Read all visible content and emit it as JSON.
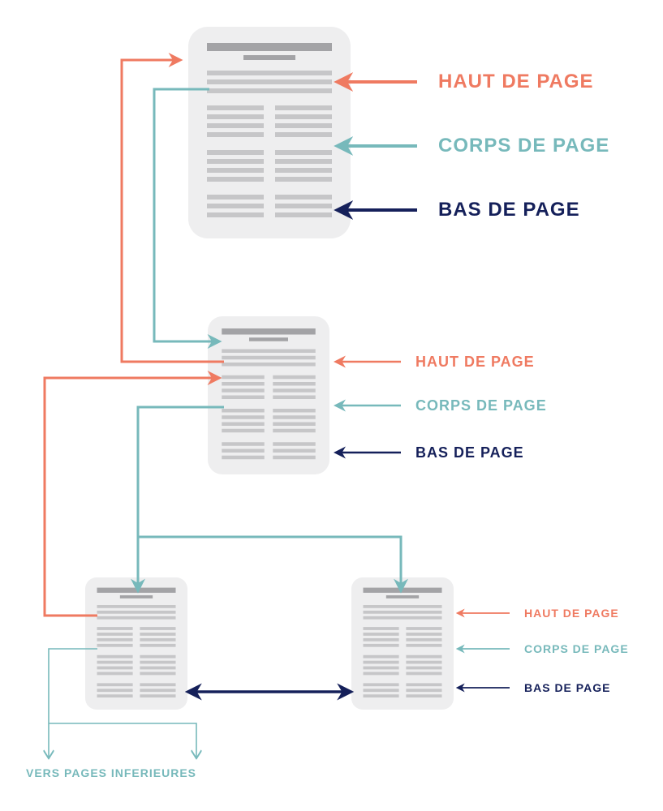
{
  "colors": {
    "haut": "#ef7a61",
    "corps": "#77b9bb",
    "bas": "#15205a",
    "page_bg": "#eeeeef",
    "page_lines": "#c6c6c8",
    "page_title": "#a3a3a6"
  },
  "pages": [
    {
      "id": "top",
      "labels": {
        "haut": "HAUT DE PAGE",
        "corps": "CORPS DE PAGE",
        "bas": "BAS DE PAGE"
      }
    },
    {
      "id": "middle",
      "labels": {
        "haut": "HAUT DE PAGE",
        "corps": "CORPS DE PAGE",
        "bas": "BAS DE PAGE"
      }
    },
    {
      "id": "bottom-left",
      "labels": {}
    },
    {
      "id": "bottom-right",
      "labels": {
        "haut": "HAUT DE PAGE",
        "corps": "CORPS DE PAGE",
        "bas": "BAS DE PAGE"
      }
    }
  ],
  "footer": {
    "lower_pages_label": "VERS PAGES INFERIEURES"
  }
}
